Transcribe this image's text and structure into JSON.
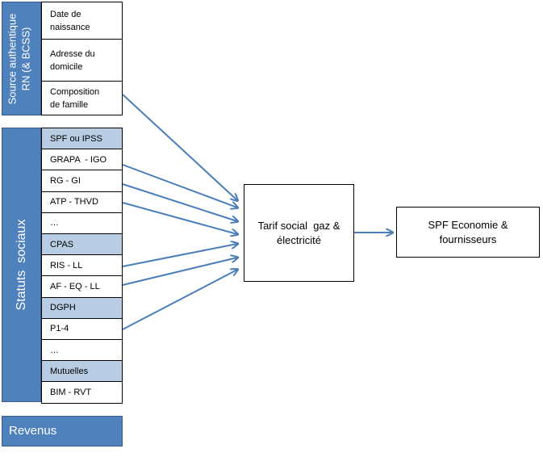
{
  "source": {
    "label_line1": "Source authentique",
    "label_line2": "RN (& BCSS)",
    "items": [
      {
        "line1": "Date de",
        "line2": "naissance"
      },
      {
        "line1": "Adresse du",
        "line2": "domicile"
      },
      {
        "line1": "Composition",
        "line2": "de famille"
      }
    ]
  },
  "statuts": {
    "label": "Statuts  sociaux",
    "rows": [
      {
        "text": "SPF ou IPSS",
        "group": true
      },
      {
        "text": "GRAPA  - IGO",
        "group": false
      },
      {
        "text": "RG - GI",
        "group": false
      },
      {
        "text": "ATP - THVD",
        "group": false
      },
      {
        "text": "…",
        "group": false
      },
      {
        "text": "CPAS",
        "group": true
      },
      {
        "text": "RIS - LL",
        "group": false
      },
      {
        "text": "AF - EQ - LL",
        "group": false
      },
      {
        "text": "DGPH",
        "group": true
      },
      {
        "text": "P1-4",
        "group": false
      },
      {
        "text": "…",
        "group": false
      },
      {
        "text": "Mutuelles",
        "group": true
      },
      {
        "text": "BIM - RVT",
        "group": false
      }
    ]
  },
  "revenus": {
    "label": "Revenus"
  },
  "tarif": {
    "line1": "Tarif social  gaz &",
    "line2": "électricité"
  },
  "spf": {
    "line1": "SPF Economie &",
    "line2": "fournisseurs"
  },
  "colors": {
    "bar": "#4f81bd",
    "group_fill": "#b8cce4",
    "arrow": "#4a7ebb"
  }
}
